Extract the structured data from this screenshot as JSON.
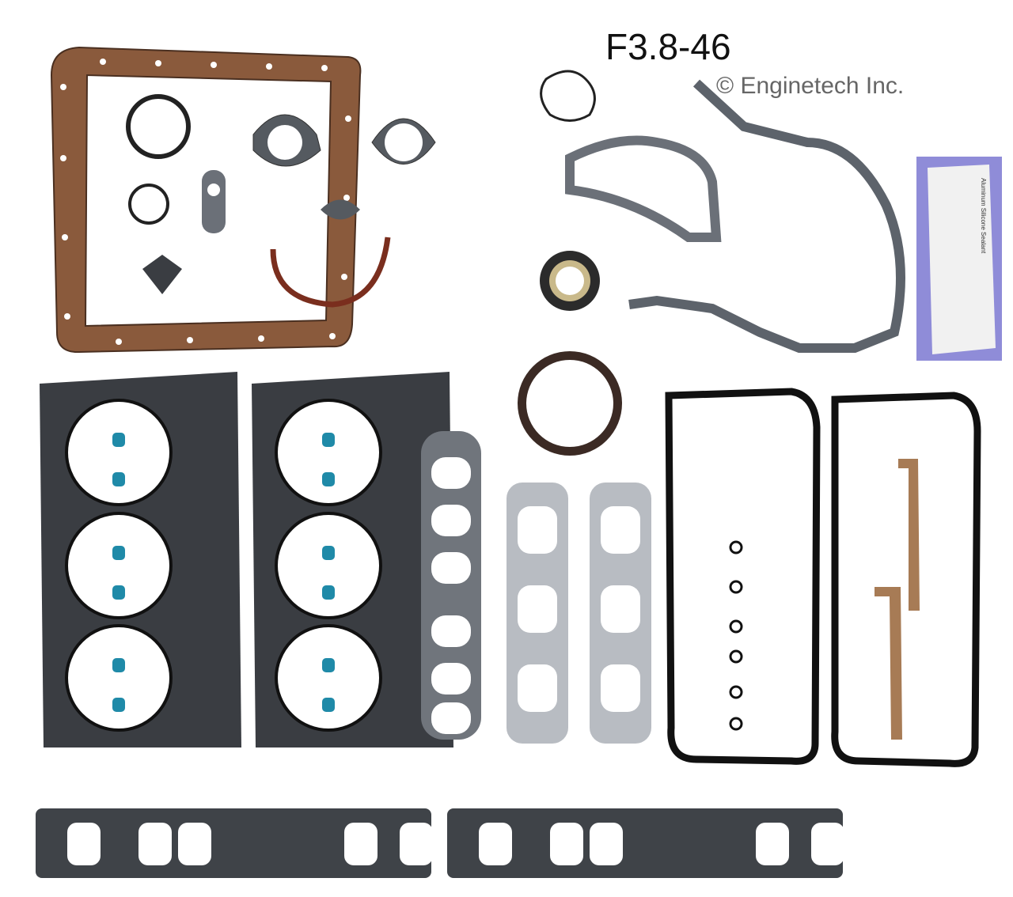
{
  "product": {
    "part_number": "F3.8-46",
    "copyright": "© Enginetech Inc.",
    "sealant_label": "Aluminum Silicone Sealant"
  },
  "colors": {
    "cork": "#8a5a3c",
    "head_gasket": "#3a3d42",
    "metal_gasket": "#6b7078",
    "exhaust_gasket": "#b8bcc2",
    "valve_seal": "#1f8aa8",
    "packet_bg": "#8f8cd8"
  }
}
